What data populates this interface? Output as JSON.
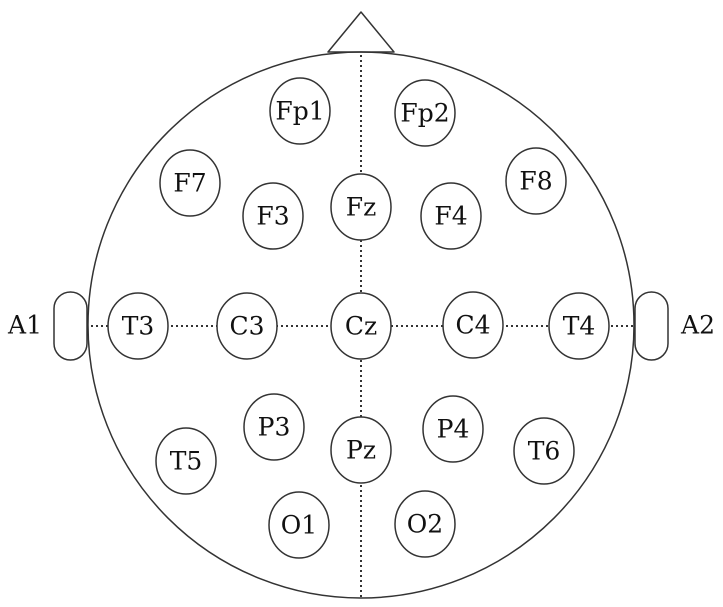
{
  "electrodes": {
    "fp1": "Fp1",
    "fp2": "Fp2",
    "f7": "F7",
    "f8": "F8",
    "f3": "F3",
    "fz": "Fz",
    "f4": "F4",
    "t3": "T3",
    "c3": "C3",
    "cz": "Cz",
    "c4": "C4",
    "t4": "T4",
    "p3": "P3",
    "pz": "Pz",
    "p4": "P4",
    "t5": "T5",
    "t6": "T6",
    "o1": "O1",
    "o2": "O2"
  },
  "ears": {
    "a1": "A1",
    "a2": "A2"
  }
}
